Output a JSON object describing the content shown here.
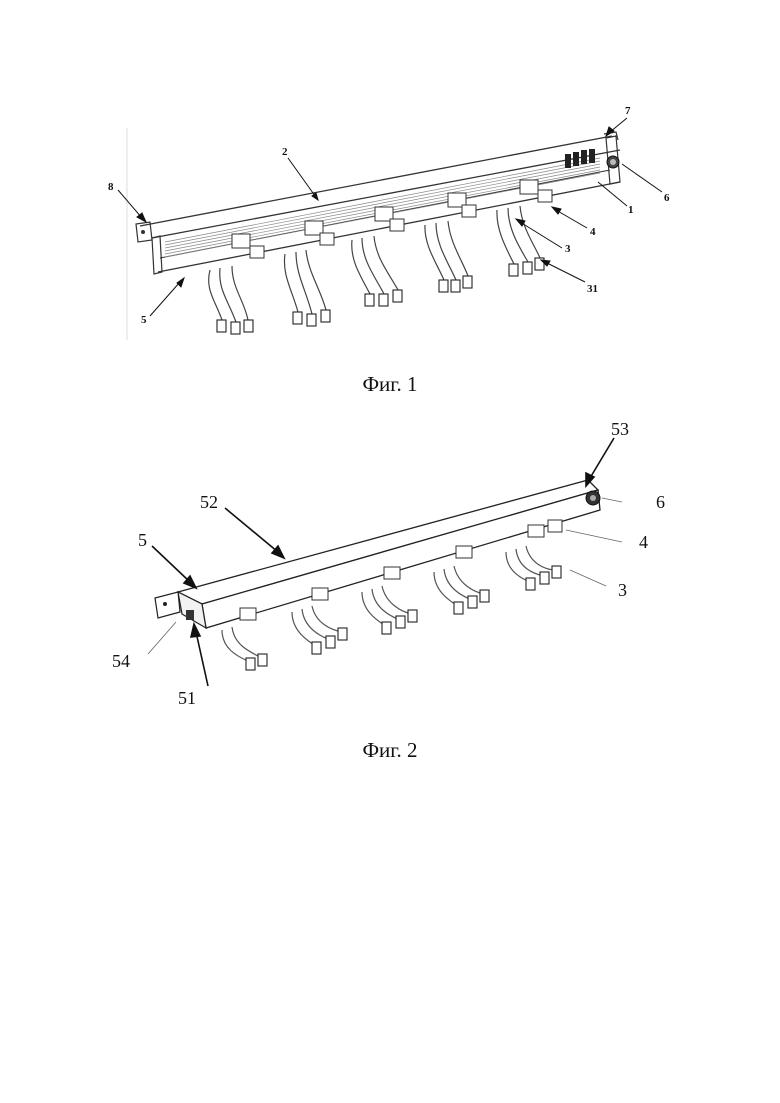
{
  "figure1": {
    "caption": "Фиг. 1",
    "labels": {
      "l1": "1",
      "l2": "2",
      "l3": "3",
      "l4": "4",
      "l5": "5",
      "l6": "6",
      "l7": "7",
      "l8": "8",
      "l31": "31"
    }
  },
  "figure2": {
    "caption": "Фиг. 2",
    "labels": {
      "l3": "3",
      "l4": "4",
      "l5": "5",
      "l6": "6",
      "l51": "51",
      "l52": "52",
      "l53": "53",
      "l54": "54"
    }
  }
}
